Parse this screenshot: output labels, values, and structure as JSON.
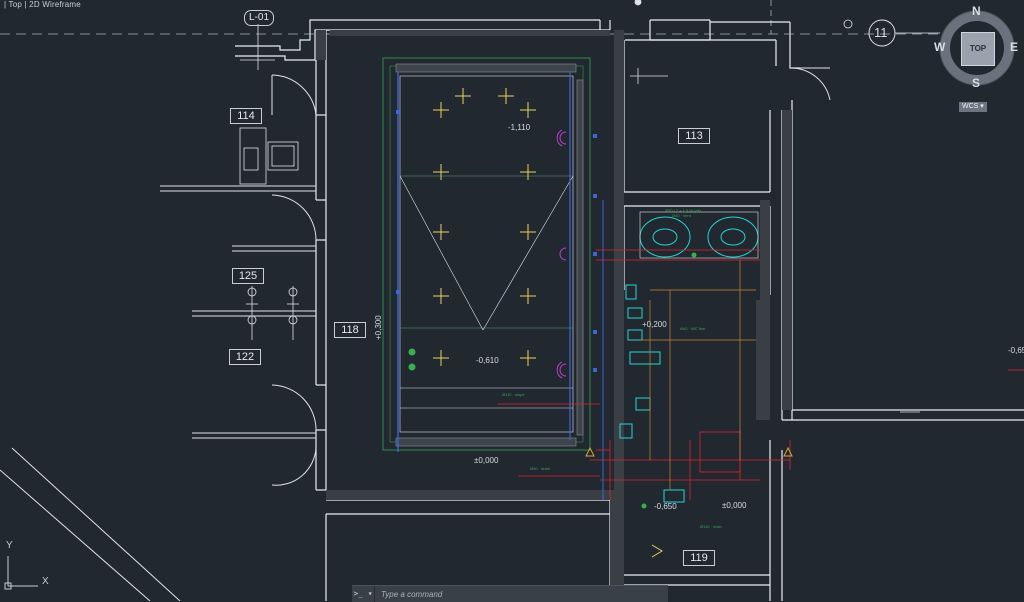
{
  "viewport": {
    "label": "[-] [Top] [2D Wireframe]",
    "label_display": "| Top | 2D Wireframe"
  },
  "rooms": [
    {
      "id": "114",
      "label": "114"
    },
    {
      "id": "113",
      "label": "113"
    },
    {
      "id": "125",
      "label": "125"
    },
    {
      "id": "122",
      "label": "122"
    },
    {
      "id": "118",
      "label": "118"
    },
    {
      "id": "119",
      "label": "119"
    }
  ],
  "grid_marks": {
    "level_tag": "L-01",
    "axis": "11"
  },
  "levels": {
    "pool_top": "-1,110",
    "pool_mid": "-0,610",
    "floor": "±0,000",
    "side_left": "+0,300",
    "wc_level": "+0,200",
    "drain": "-0,650",
    "right_level": "±0,000",
    "edge_right": "-0,65"
  },
  "viewcube": {
    "north": "N",
    "south": "S",
    "east": "E",
    "west": "W",
    "face": "TOP",
    "wcs": "WCS ▾"
  },
  "ucs": {
    "x": "X",
    "y": "Y"
  },
  "command_line": {
    "icon": ">_ ▾",
    "placeholder": "Type a command"
  },
  "colors": {
    "background": "#212830",
    "wall": "#e9edf1",
    "pool_outline": "#2f8a4e",
    "dim_red": "#e0242a",
    "plumbing_cyan": "#27d3d3",
    "plumbing_blue": "#3b66d8",
    "magenta": "#c13bd2",
    "yellow": "#d9c441",
    "orange": "#c98a2c"
  }
}
